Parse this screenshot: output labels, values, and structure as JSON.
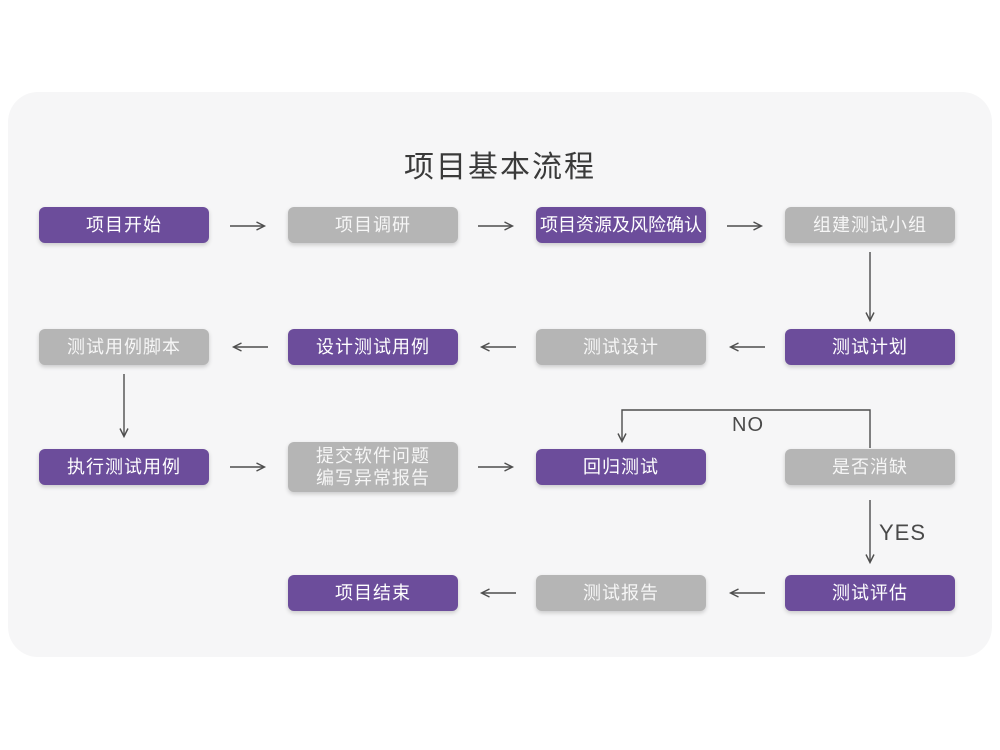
{
  "title": "项目基本流程",
  "colors": {
    "purple": "#6C4D9B",
    "gray": "#B5B5B5",
    "arrow": "#4D4D4D",
    "card_bg": "#F6F6F7",
    "page_bg": "#FFFFFF"
  },
  "edge_labels": {
    "no": "NO",
    "yes": "YES"
  },
  "nodes": [
    {
      "id": "project-start",
      "label": "项目开始",
      "variant": "purple"
    },
    {
      "id": "project-research",
      "label": "项目调研",
      "variant": "gray"
    },
    {
      "id": "resources-and-risk",
      "label": "项目资源及风险确认",
      "variant": "purple"
    },
    {
      "id": "build-test-team",
      "label": "组建测试小组",
      "variant": "gray"
    },
    {
      "id": "test-case-scripts",
      "label": "测试用例脚本",
      "variant": "gray"
    },
    {
      "id": "design-test-cases",
      "label": "设计测试用例",
      "variant": "purple"
    },
    {
      "id": "test-design",
      "label": "测试设计",
      "variant": "gray"
    },
    {
      "id": "test-plan",
      "label": "测试计划",
      "variant": "purple"
    },
    {
      "id": "execute-test-cases",
      "label": "执行测试用例",
      "variant": "purple"
    },
    {
      "id": "submit-issues",
      "label": "提交软件问题",
      "label2": "编写异常报告",
      "variant": "gray"
    },
    {
      "id": "regression-test",
      "label": "回归测试",
      "variant": "purple"
    },
    {
      "id": "defects-cleared",
      "label": "是否消缺",
      "variant": "gray"
    },
    {
      "id": "project-end",
      "label": "项目结束",
      "variant": "purple"
    },
    {
      "id": "test-report",
      "label": "测试报告",
      "variant": "gray"
    },
    {
      "id": "test-evaluation",
      "label": "测试评估",
      "variant": "purple"
    }
  ]
}
